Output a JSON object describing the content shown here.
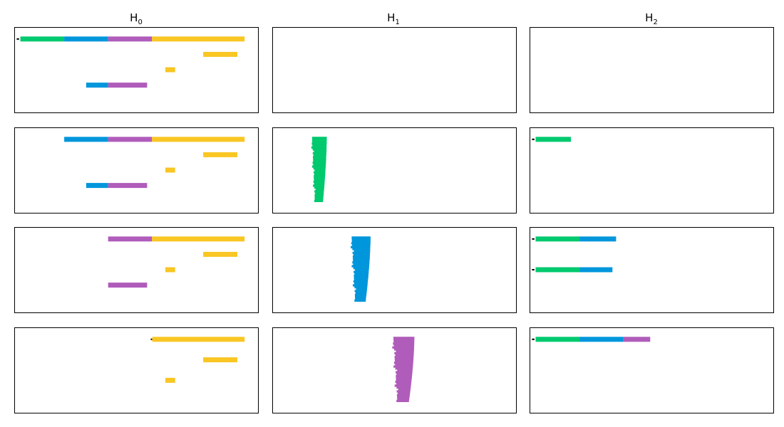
{
  "columns": [
    {
      "title": "H",
      "subscript": "0"
    },
    {
      "title": "H",
      "subscript": "1"
    },
    {
      "title": "H",
      "subscript": "2"
    }
  ],
  "colors": {
    "green": "#00c96e",
    "blue": "#0096db",
    "purple": "#b05cba",
    "yellow": "#f9c623",
    "black": "#000000"
  },
  "chart_data": {
    "type": "barcode",
    "x_range": [
      0,
      1
    ],
    "y_range": [
      0,
      1
    ],
    "panels": [
      {
        "row": 0,
        "col": 0,
        "bars": [
          {
            "y": 0.86,
            "segments": [
              [
                0.01,
                0.02,
                "black"
              ],
              [
                0.025,
                0.205,
                "green"
              ],
              [
                0.205,
                0.385,
                "blue"
              ],
              [
                0.385,
                0.565,
                "purple"
              ],
              [
                0.565,
                0.945,
                "yellow"
              ]
            ]
          },
          {
            "y": 0.68,
            "segments": [
              [
                0.775,
                0.915,
                "yellow"
              ]
            ]
          },
          {
            "y": 0.5,
            "segments": [
              [
                0.62,
                0.66,
                "yellow"
              ]
            ]
          },
          {
            "y": 0.32,
            "segments": [
              [
                0.295,
                0.385,
                "blue"
              ],
              [
                0.385,
                0.545,
                "purple"
              ]
            ]
          }
        ]
      },
      {
        "row": 0,
        "col": 1,
        "bars": []
      },
      {
        "row": 0,
        "col": 2,
        "bars": []
      },
      {
        "row": 1,
        "col": 0,
        "bars": [
          {
            "y": 0.86,
            "segments": [
              [
                0.205,
                0.385,
                "blue"
              ],
              [
                0.385,
                0.565,
                "purple"
              ],
              [
                0.565,
                0.945,
                "yellow"
              ]
            ]
          },
          {
            "y": 0.68,
            "segments": [
              [
                0.775,
                0.915,
                "yellow"
              ]
            ]
          },
          {
            "y": 0.5,
            "segments": [
              [
                0.62,
                0.66,
                "yellow"
              ]
            ]
          },
          {
            "y": 0.32,
            "segments": [
              [
                0.295,
                0.385,
                "blue"
              ],
              [
                0.385,
                0.545,
                "purple"
              ]
            ]
          }
        ]
      },
      {
        "row": 1,
        "col": 1,
        "blob": {
          "color": "green",
          "xmin": 0.155,
          "xmax": 0.225,
          "ytop": 0.89,
          "ybottom": 0.13
        }
      },
      {
        "row": 1,
        "col": 2,
        "bars": [
          {
            "y": 0.86,
            "segments": [
              [
                0.01,
                0.02,
                "black"
              ],
              [
                0.025,
                0.17,
                "green"
              ]
            ]
          }
        ]
      },
      {
        "row": 2,
        "col": 0,
        "bars": [
          {
            "y": 0.86,
            "segments": [
              [
                0.385,
                0.565,
                "purple"
              ],
              [
                0.565,
                0.945,
                "yellow"
              ]
            ]
          },
          {
            "y": 0.68,
            "segments": [
              [
                0.775,
                0.915,
                "yellow"
              ]
            ]
          },
          {
            "y": 0.5,
            "segments": [
              [
                0.62,
                0.66,
                "yellow"
              ]
            ]
          },
          {
            "y": 0.32,
            "segments": [
              [
                0.385,
                0.545,
                "purple"
              ]
            ]
          }
        ]
      },
      {
        "row": 2,
        "col": 1,
        "blob": {
          "color": "blue",
          "xmin": 0.315,
          "xmax": 0.405,
          "ytop": 0.89,
          "ybottom": 0.13
        }
      },
      {
        "row": 2,
        "col": 2,
        "bars": [
          {
            "y": 0.86,
            "segments": [
              [
                0.01,
                0.02,
                "black"
              ],
              [
                0.025,
                0.205,
                "green"
              ],
              [
                0.205,
                0.355,
                "blue"
              ]
            ]
          },
          {
            "y": 0.5,
            "segments": [
              [
                0.01,
                0.02,
                "black"
              ],
              [
                0.025,
                0.205,
                "green"
              ],
              [
                0.205,
                0.34,
                "blue"
              ]
            ]
          }
        ]
      },
      {
        "row": 3,
        "col": 0,
        "bars": [
          {
            "y": 0.86,
            "segments": [
              [
                0.56,
                0.566,
                "black"
              ],
              [
                0.566,
                0.945,
                "yellow"
              ]
            ]
          },
          {
            "y": 0.62,
            "segments": [
              [
                0.775,
                0.915,
                "yellow"
              ]
            ]
          },
          {
            "y": 0.38,
            "segments": [
              [
                0.62,
                0.66,
                "yellow"
              ]
            ]
          }
        ]
      },
      {
        "row": 3,
        "col": 1,
        "blob": {
          "color": "purple",
          "xmin": 0.485,
          "xmax": 0.585,
          "ytop": 0.89,
          "ybottom": 0.13
        }
      },
      {
        "row": 3,
        "col": 2,
        "bars": [
          {
            "y": 0.86,
            "segments": [
              [
                0.01,
                0.02,
                "black"
              ],
              [
                0.025,
                0.205,
                "green"
              ],
              [
                0.205,
                0.385,
                "blue"
              ],
              [
                0.385,
                0.495,
                "purple"
              ]
            ]
          }
        ]
      }
    ]
  }
}
